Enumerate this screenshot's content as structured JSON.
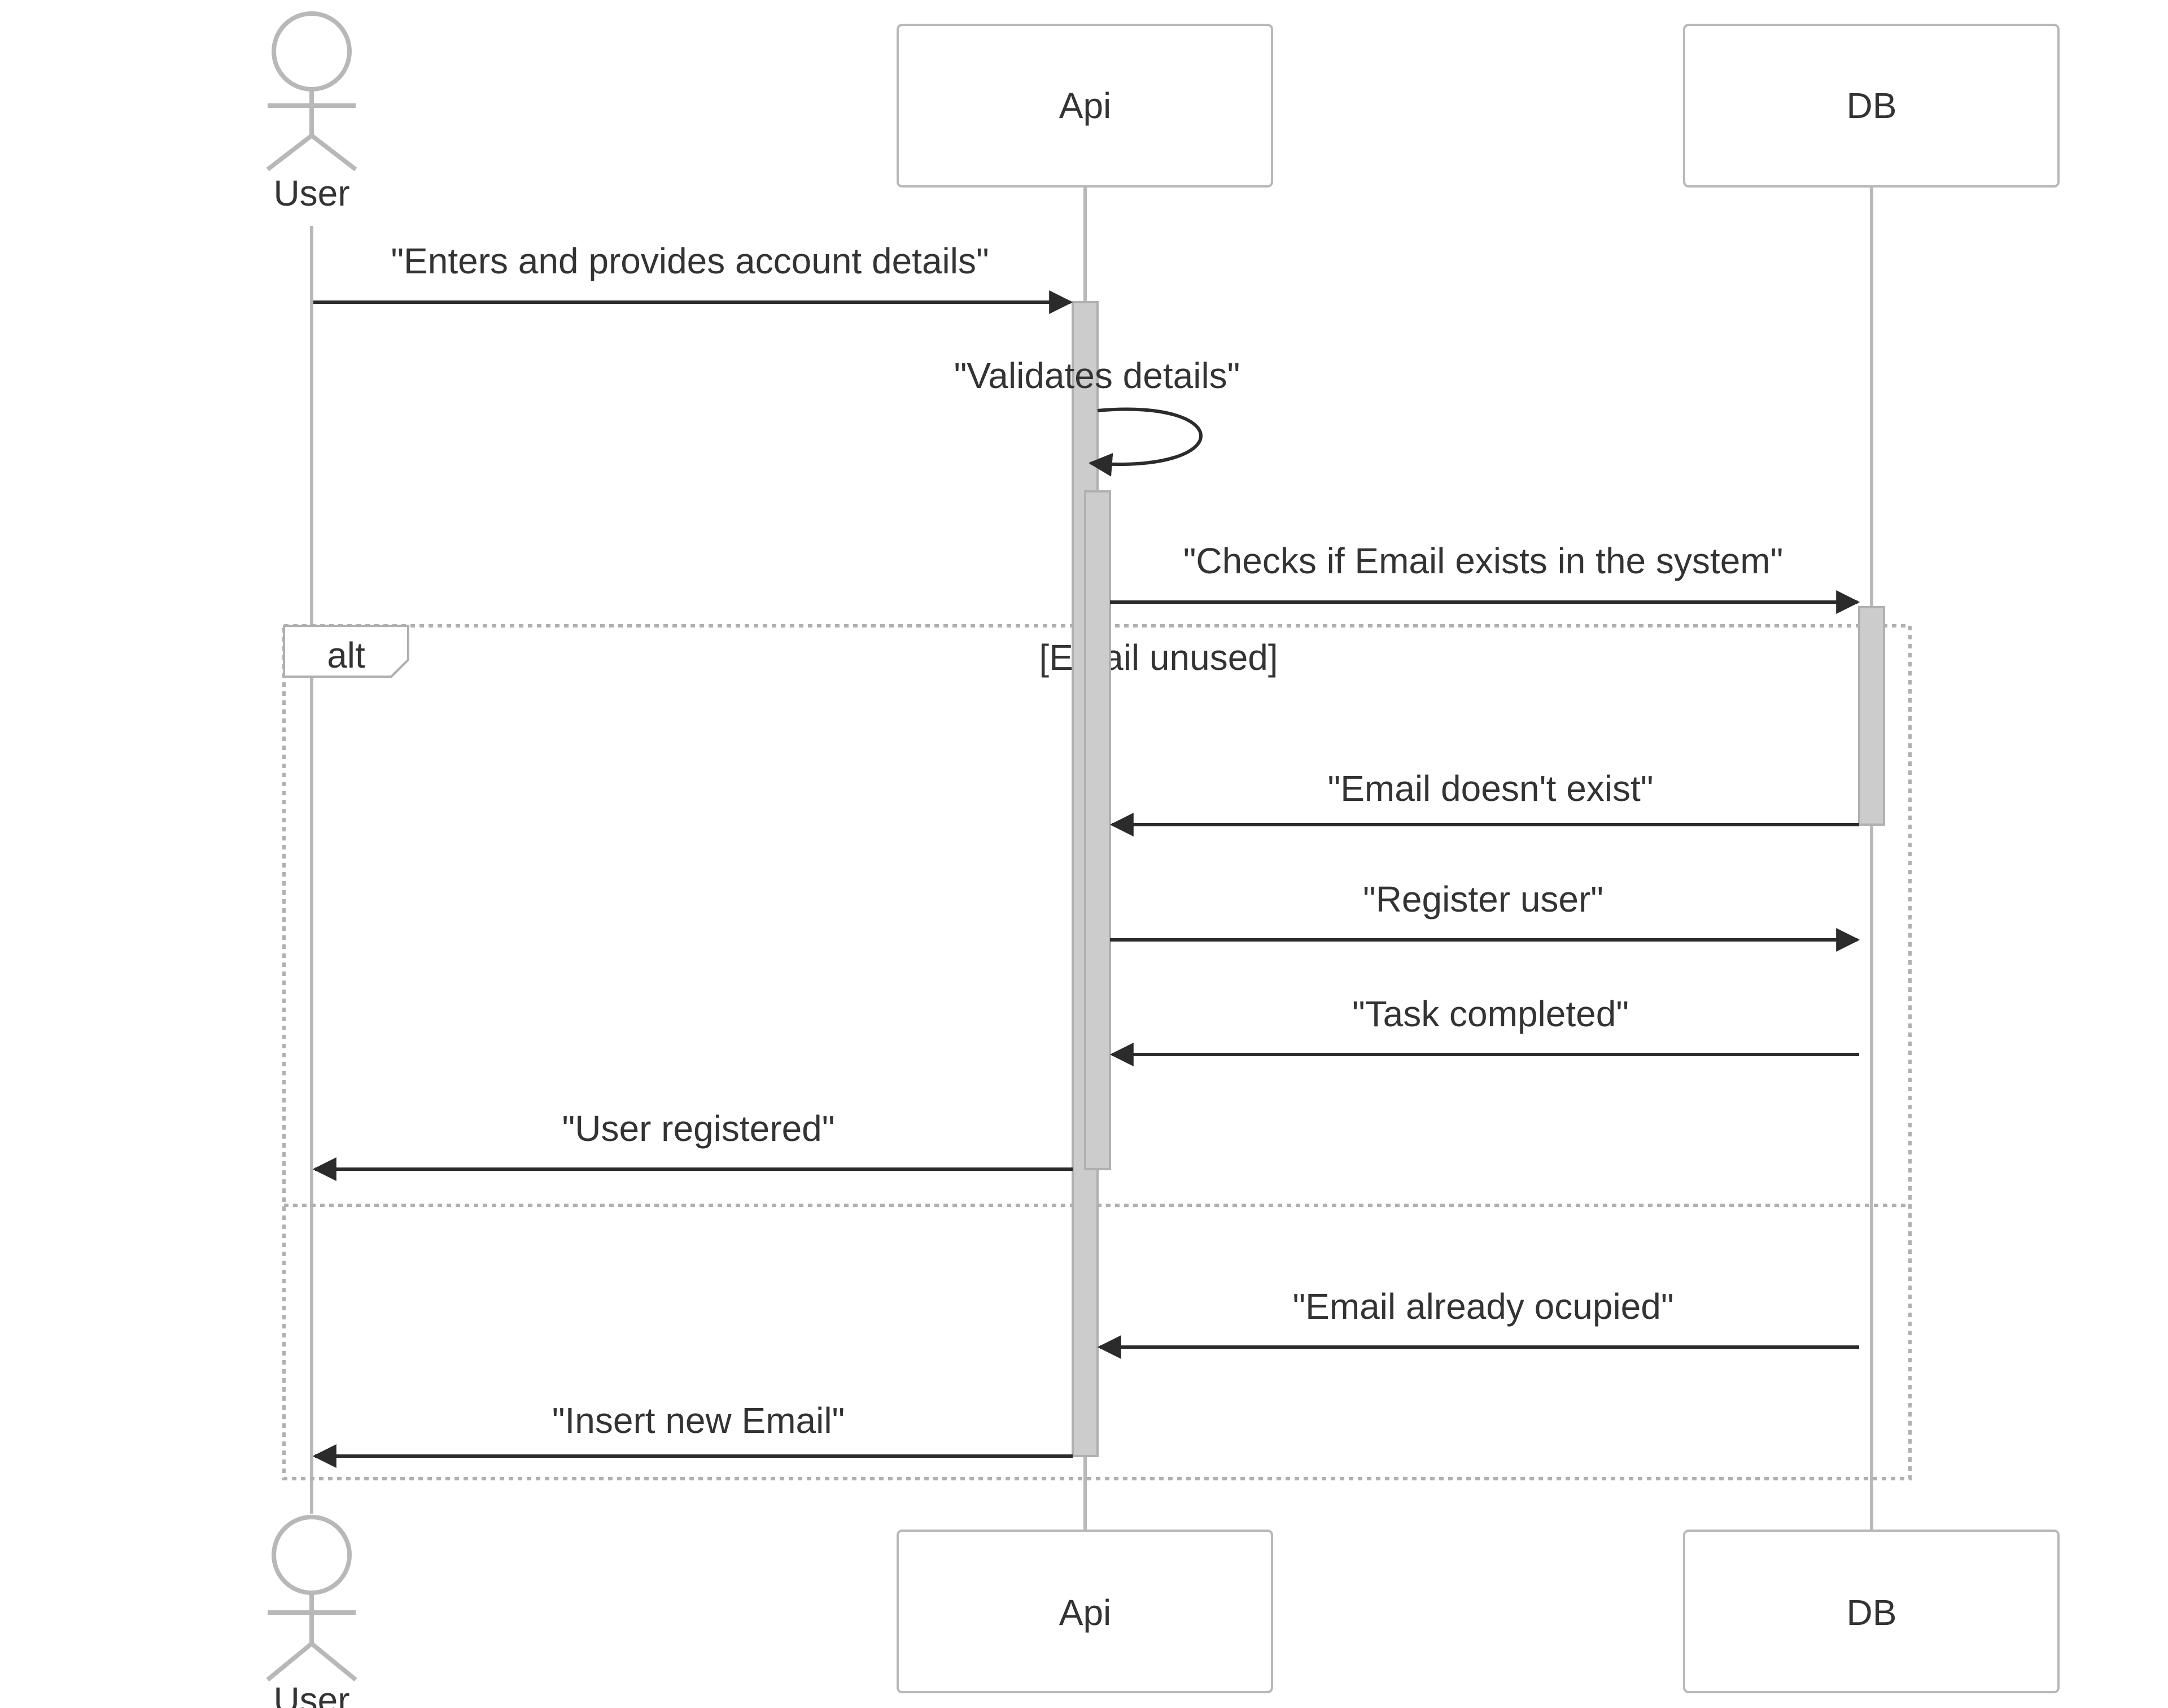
{
  "participants": {
    "user": "User",
    "api": "Api",
    "db": "DB"
  },
  "messages": [
    {
      "text": "\"Enters and provides account details\""
    },
    {
      "text": "\"Validates details\""
    },
    {
      "text": "\"Checks if Email exists in the system\""
    },
    {
      "text": "\"Email doesn't exist\""
    },
    {
      "text": "\"Register user\""
    },
    {
      "text": "\"Task completed\""
    },
    {
      "text": "\"User registered\""
    },
    {
      "text": "\"Email already ocupied\""
    },
    {
      "text": "\"Insert new Email\""
    }
  ],
  "fragment": {
    "keyword": "alt",
    "condition": "[Email unused]"
  },
  "colors": {
    "line": "#b8b8b8",
    "activation": "#cccccc",
    "arrow": "#2b2b2b",
    "text": "#333333"
  }
}
